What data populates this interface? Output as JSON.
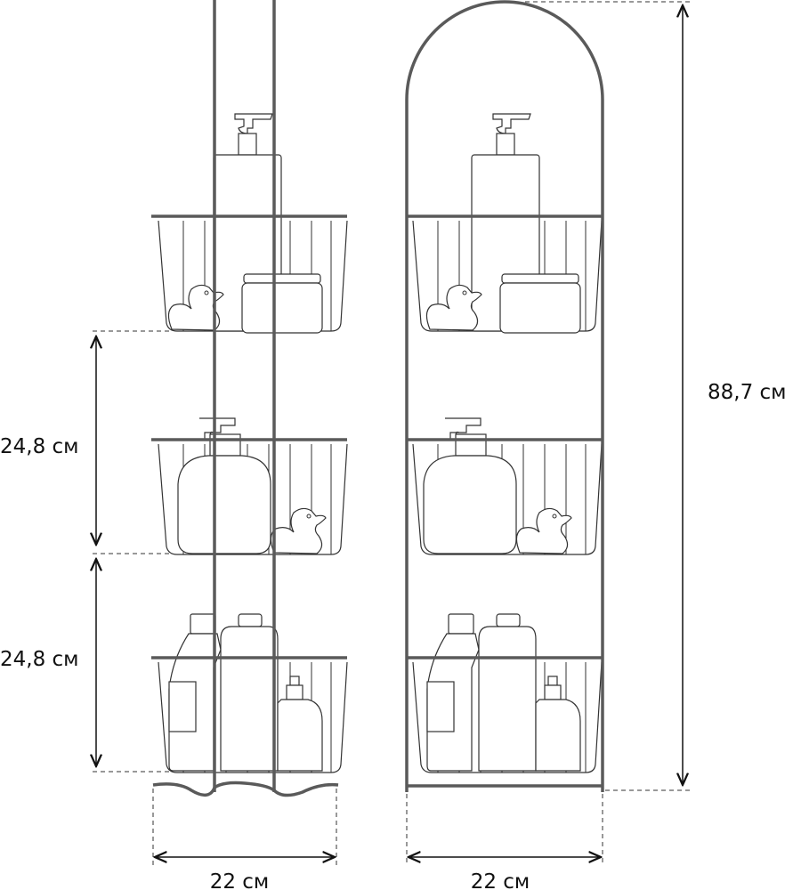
{
  "dimensions": {
    "shelf_spacing_1": "24,8 см",
    "shelf_spacing_2": "24,8 см",
    "total_height": "88,7 см",
    "width_side_view": "22 см",
    "width_front_view": "22 см"
  },
  "colors": {
    "frame": "#5a5a5a",
    "lines": "#333333"
  }
}
